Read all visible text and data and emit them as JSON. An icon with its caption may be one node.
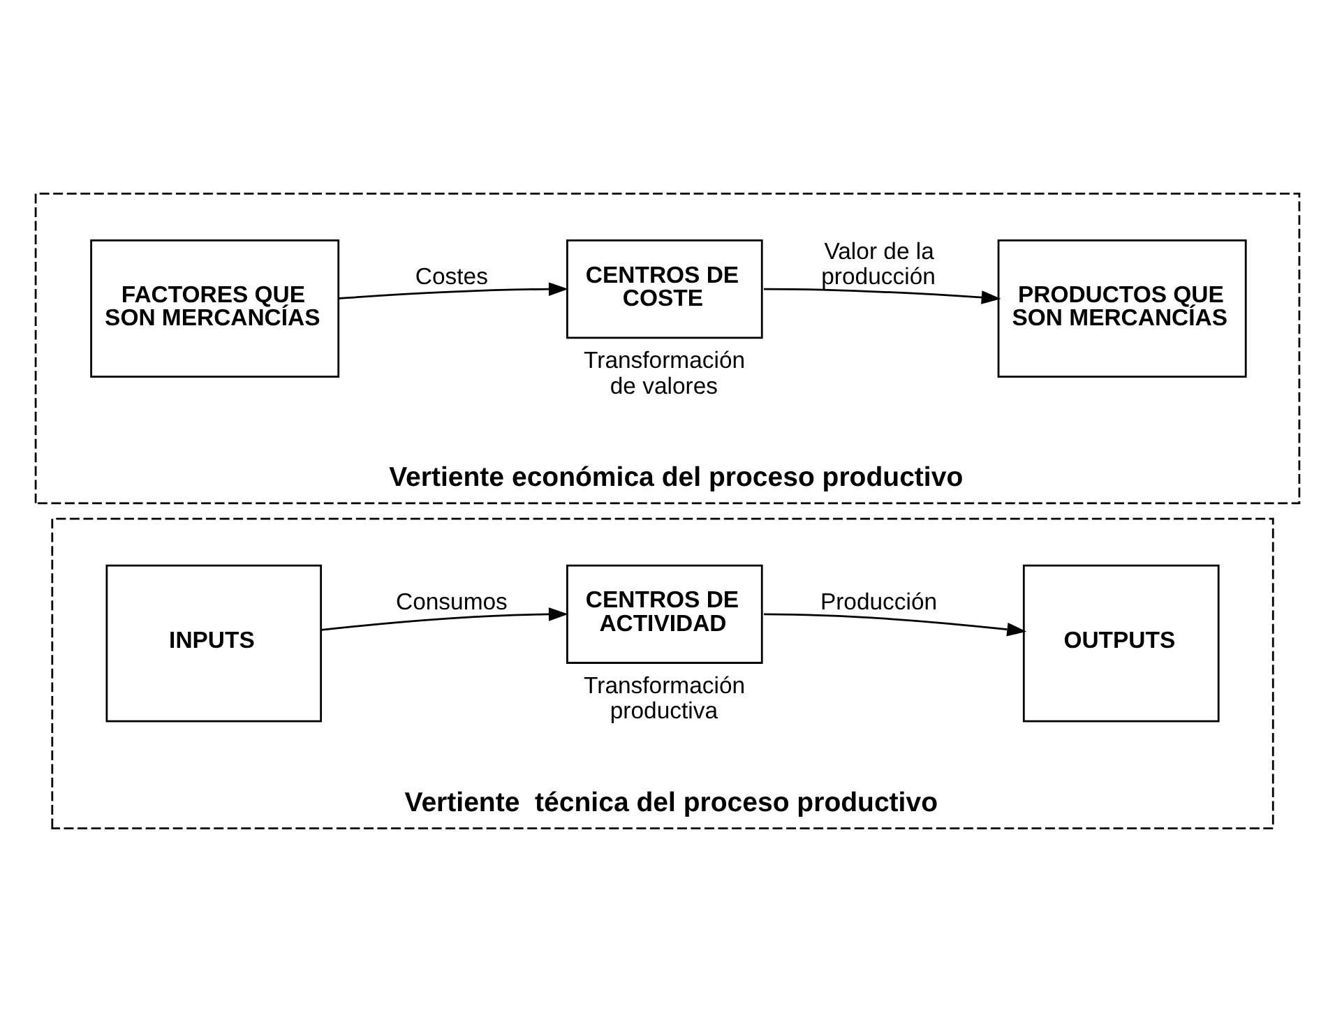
{
  "diagram": {
    "nodes": [
      {
        "text": [
          "Vertiente  técnica del proceso productivo"
        ]
      },
      {
        "text": [
          "INPUTS"
        ],
        "in": 0
      },
      {
        "text": [
          "CENTROS DE ACTIVIDAD"
        ],
        "in": 0,
        "beside": [
          "Transformación productiva"
        ]
      },
      {
        "text": [
          "OUTPUTS"
        ],
        "in": 0
      },
      {
        "text": [
          "Vertiente económica del proceso productivo"
        ]
      },
      {
        "text": [
          "FACTORES QUE SON MERCANCÍAS"
        ],
        "in": 4
      },
      {
        "text": [
          "CENTROS DE COSTE"
        ],
        "in": 4,
        "beside": [
          "Transformación de valores"
        ]
      },
      {
        "text": [
          "PRODUCTOS QUE SON MERCANCÍAS"
        ],
        "in": 4
      }
    ],
    "edges": [
      {
        "from": 1,
        "to": 2,
        "arrow": "to",
        "label": "Consumos"
      },
      {
        "from": 2,
        "to": 3,
        "arrow": "to",
        "label": "Producción"
      },
      {
        "from": 5,
        "to": 6,
        "arrow": "to",
        "label": "Costes"
      },
      {
        "from": 6,
        "to": 7,
        "arrow": "to",
        "label": "Valor de la producción"
      }
    ]
  }
}
